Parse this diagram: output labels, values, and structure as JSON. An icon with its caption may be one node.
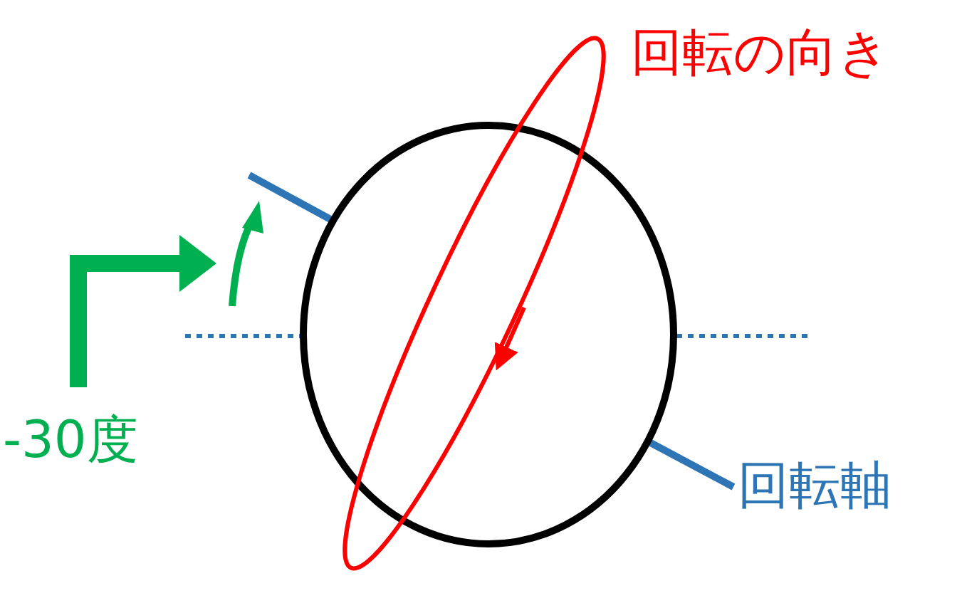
{
  "diagram": {
    "labels": [
      "回転の向き",
      "回転軸",
      "-30度"
    ]
  }
}
